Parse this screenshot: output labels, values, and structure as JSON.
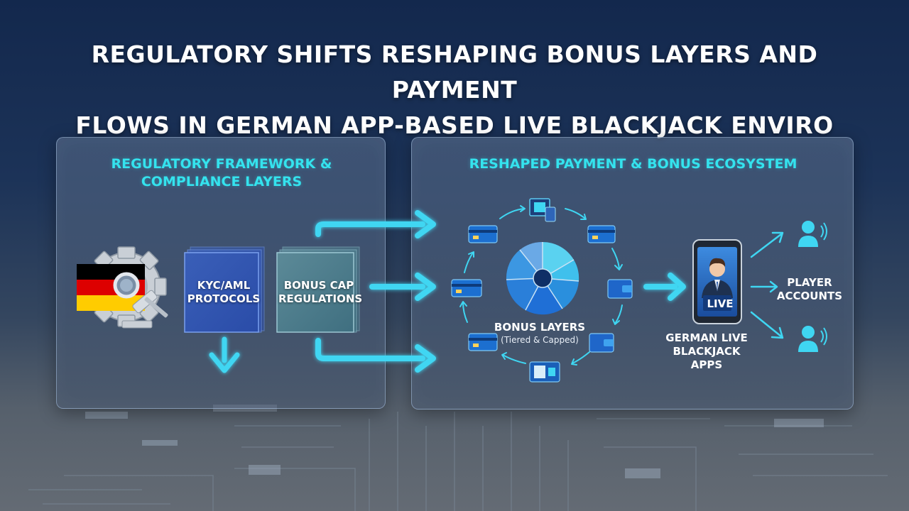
{
  "title": {
    "line1": "REGULATORY SHIFTS RESHAPING BONUS LAYERS AND PAYMENT",
    "line2": "FLOWS IN GERMAN APP-BASED LIVE BLACKJACK ENVIRO"
  },
  "left_panel": {
    "heading_line1": "REGULATORY FRAMEWORK &",
    "heading_line2": "COMPLIANCE LAYERS",
    "kyc_line1": "KYC/AML",
    "kyc_line2": "PROTOCOLS",
    "bonus_cap_line1": "BONUS CAP",
    "bonus_cap_line2": "REGULATIONS",
    "flag_colors": [
      "#000000",
      "#dd0000",
      "#ffcc00"
    ],
    "icons": [
      "gear-icon",
      "magnifier-icon",
      "gavel-icon"
    ]
  },
  "right_panel": {
    "heading": "RESHAPED PAYMENT & BONUS ECOSYSTEM",
    "bonus_layers_title": "BONUS LAYERS",
    "bonus_layers_sub": "(Tiered & Capped)",
    "apps_line1": "GERMAN LIVE",
    "apps_line2": "BLACKJACK APPS",
    "live_badge": "LIVE",
    "player_line1": "PLAYER",
    "player_line2": "ACCOUNTS",
    "cycle_icons": [
      "device-icon",
      "card-icon",
      "wallet-icon",
      "wallet-icon",
      "app-icon",
      "card-icon",
      "card-icon",
      "card-icon"
    ]
  },
  "colors": {
    "accent_cyan": "#34e3ee",
    "arrow_cyan": "#3fd6f2",
    "pie_blue": "#1f6fd6"
  }
}
